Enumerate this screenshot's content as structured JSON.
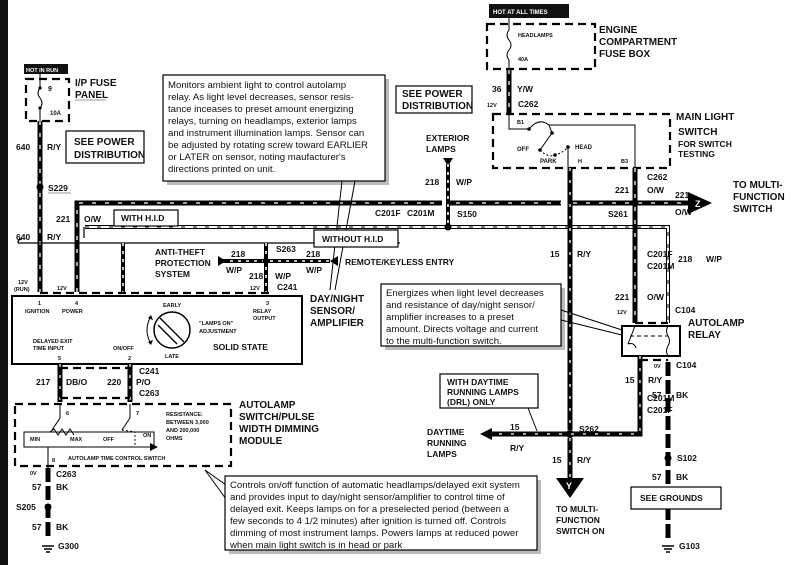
{
  "diagram": {
    "title": "Autolamp / Daytime Running Lamps Wiring Diagram",
    "power_tags": {
      "hot_in_run": "HOT IN RUN",
      "hot_at_all_times": "HOT AT ALL TIMES"
    },
    "components": {
      "ip_fuse_panel": {
        "line1": "I/P FUSE",
        "line2": "PANEL",
        "fuse_no": "9",
        "rating": "10A"
      },
      "engine_fuse_box": {
        "line1": "ENGINE",
        "line2": "COMPARTMENT",
        "line3": "FUSE BOX",
        "fuse_name": "HEADLAMPS",
        "rating": "40A"
      },
      "main_light_switch": {
        "line1": "MAIN LIGHT",
        "line2": "SWITCH",
        "line3": "FOR SWITCH",
        "line4": "TESTING",
        "pins": [
          "B1",
          "B3",
          "H"
        ],
        "positions": [
          "OFF",
          "PARK",
          "HEAD"
        ]
      },
      "day_night_sensor": {
        "line1": "DAY/NIGHT",
        "line2": "SENSOR/",
        "line3": "AMPLIFIER",
        "solid_state": "SOLID STATE",
        "lamps_on_1": "\"LAMPS ON\"",
        "lamps_on_2": "ADJUSTMENT",
        "early": "EARLY",
        "late": "LATE",
        "pins": [
          {
            "num": "1",
            "name": "IGNITION"
          },
          {
            "num": "4",
            "name": "POWER"
          },
          {
            "num": "3",
            "name": "RELAY",
            "name2": "OUTPUT"
          },
          {
            "num": "5",
            "name": "DELAYED EXIT",
            "name2": "TIME INPUT"
          },
          {
            "num": "2",
            "name": "ON/OFF"
          }
        ]
      },
      "autolamp_switch": {
        "line1": "AUTOLAMP",
        "line2": "SWITCH/PULSE",
        "line3": "WIDTH DIMMING",
        "line4": "MODULE",
        "min": "MIN",
        "max": "MAX",
        "off": "OFF",
        "on": "ON",
        "switch_name": "AUTOLAMP TIME CONTROL SWITCH",
        "res1": "RESISTANCE:",
        "res2": "BETWEEN 3,000",
        "res3": "AND 200,000",
        "res4": "OHMS",
        "pin6": "6",
        "pin7": "7",
        "pin8": "8"
      },
      "autolamp_relay": {
        "line1": "AUTOLAMP",
        "line2": "RELAY"
      }
    },
    "boxes": {
      "see_power_1": {
        "line1": "SEE POWER",
        "line2": "DISTRIBUTION"
      },
      "see_power_2": {
        "line1": "SEE POWER",
        "line2": "DISTRIBUTION"
      },
      "with_hid": "WITH H.I.D",
      "without_hid": "WITHOUT H.I.D",
      "drl_only": {
        "line1": "WITH DAYTIME",
        "line2": "RUNNING LAMPS",
        "line3": "(DRL) ONLY"
      },
      "see_grounds": "SEE GROUNDS"
    },
    "destinations": {
      "exterior_lamps": {
        "line1": "EXTERIOR",
        "line2": "LAMPS"
      },
      "to_mfs": {
        "line1": "TO MULTI-",
        "line2": "FUNCTION",
        "line3": "SWITCH",
        "connector": "Z"
      },
      "to_mfs_on": {
        "line1": "TO MULTI-",
        "line2": "FUNCTION",
        "line3": "SWITCH ON",
        "connector": "Y"
      },
      "anti_theft": {
        "line1": "ANTI-THEFT",
        "line2": "PROTECTION",
        "line3": "SYSTEM"
      },
      "remote_keyless": "REMOTE/KEYLESS ENTRY",
      "drl": {
        "line1": "DAYTIME",
        "line2": "RUNNING",
        "line3": "LAMPS"
      }
    },
    "connectors": [
      "C262",
      "C262",
      "C201F",
      "C201M",
      "C201F",
      "C201M",
      "C201M",
      "C201F",
      "C241",
      "C241",
      "C263",
      "C263",
      "C104",
      "C104"
    ],
    "splices": [
      "S229",
      "S150",
      "S261",
      "S263",
      "S262",
      "S205",
      "S102"
    ],
    "grounds": [
      "G300",
      "G103"
    ],
    "wires": [
      {
        "circuit": "640",
        "color": "R/Y"
      },
      {
        "circuit": "36",
        "color": "Y/W"
      },
      {
        "circuit": "221",
        "color": "O/W"
      },
      {
        "circuit": "218",
        "color": "W/P"
      },
      {
        "circuit": "15",
        "color": "R/Y"
      },
      {
        "circuit": "217",
        "color": "DB/O"
      },
      {
        "circuit": "220",
        "color": "P/O"
      },
      {
        "circuit": "57",
        "color": "BK"
      }
    ],
    "voltages": {
      "v12": "12V",
      "v12run": "12V",
      "run": "(RUN)",
      "v0": "0V"
    },
    "notes": {
      "sensor_note": [
        "Monitors ambient light to control autolamp",
        "relay. As light level decreases, sensor resis-",
        "tance inceases to preset amount energizing",
        "relays, turning on headlamps, exterior lamps",
        "and instrument illumination lamps. Sensor can",
        "be adjusted by rotating screw toward EARLIER",
        "or LATER on sensor, noting maufacturer's",
        "directions printed on unit."
      ],
      "relay_note": [
        "Energizes when light level decreases",
        "and resistance of day/night sensor/",
        "amplifier increases to a preset",
        "amount. Directs voltage and current",
        "to the multi-function switch."
      ],
      "switch_note": [
        "Controls on/off function of automatic headlamps/delayed exit system",
        "and provides input to day/night sensor/amplifier to control time of",
        "delayed exit. Keeps lamps on for a preselected period (between a",
        "few seconds to 4 1/2 minutes) after ignition is turned off. Controls",
        "dimming of most instrument lamps. Powers lamps at reduced power",
        "when main light switch is in head or park"
      ]
    }
  }
}
